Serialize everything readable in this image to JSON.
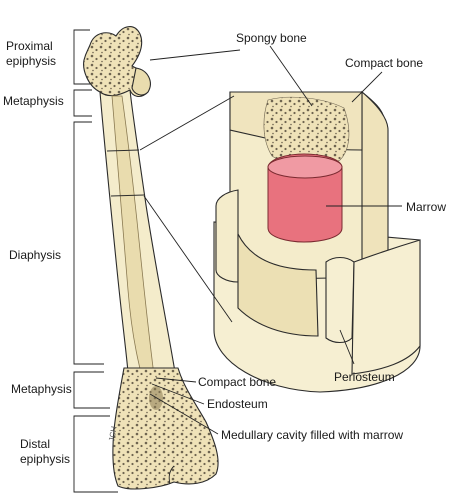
{
  "colors": {
    "bone": "#f4eccb",
    "bone_dark": "#e9dcae",
    "marrow": "#e8727e",
    "marrow_top": "#f09aa3",
    "outline": "#2b2b2b"
  },
  "labels": {
    "proximal_epiphysis": [
      "Proximal",
      "epiphysis"
    ],
    "metaphysis_top": "Metaphysis",
    "diaphysis": "Diaphysis",
    "metaphysis_bottom": "Metaphysis",
    "distal_epiphysis": [
      "Distal",
      "epiphysis"
    ],
    "spongy_bone": "Spongy bone",
    "compact_bone_top": "Compact bone",
    "marrow": "Marrow",
    "periosteum": "Periosteum",
    "compact_bone_bottom": "Compact bone",
    "endosteum": "Endosteum",
    "medullary_cavity": "Medullary cavity filled with marrow",
    "signature": "JCH"
  }
}
